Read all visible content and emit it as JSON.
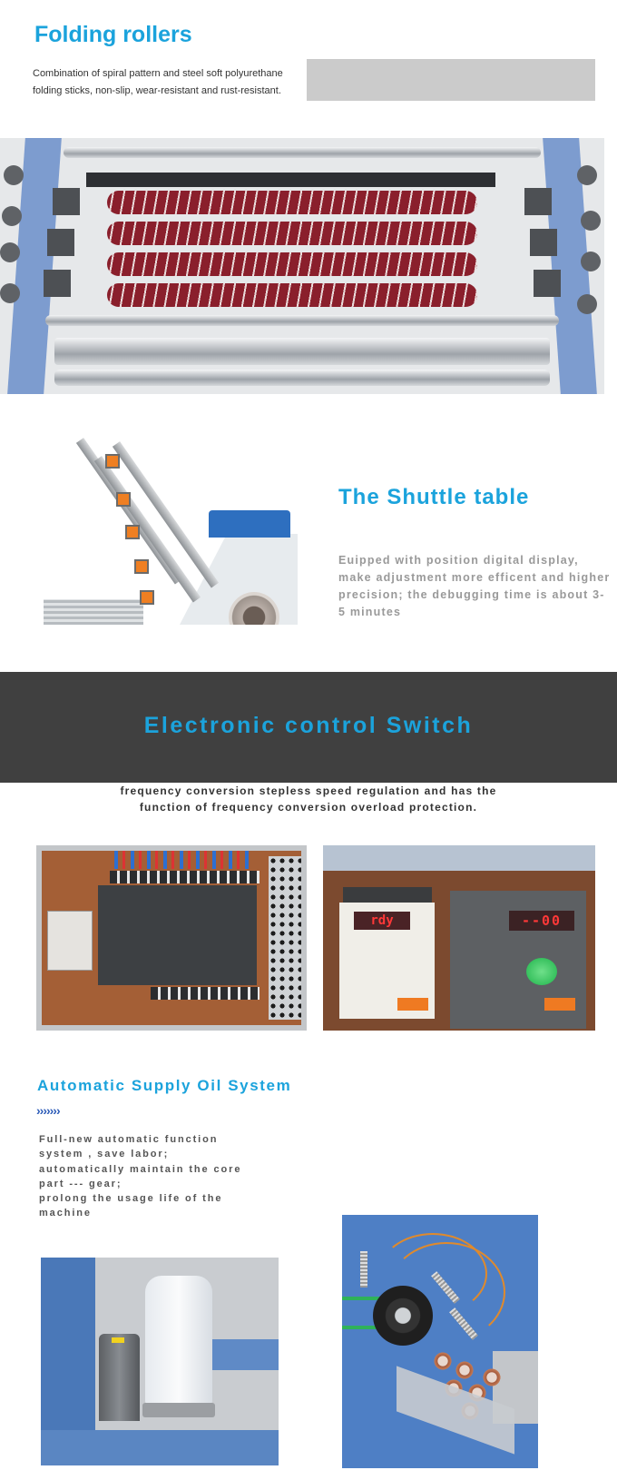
{
  "folding_rollers": {
    "title": "Folding rollers",
    "description": "Combination of spiral pattern and steel soft polyurethane folding sticks, non-slip, wear-resistant and rust-resistant.",
    "image_alt": "Folding rollers with red spiral-pattern polyurethane sticks in blue machine frame"
  },
  "shuttle_table": {
    "title": "The Shuttle table",
    "description": "Euipped with position digital display, make adjustment more efficent and higher precision; the debugging time is about 3-5 minutes",
    "image_alt": "Shuttle table with orange digital position displays"
  },
  "electronic_control": {
    "title": "Electronic control Switch",
    "description_line1": "frequency conversion stepless speed regulation and has the",
    "description_line2": "function of frequency conversion overload protection.",
    "image_left_alt": "Electrical control cabinet with PLC module",
    "image_right_alt": "Frequency inverters",
    "display_left": "rdy",
    "display_right": "--00"
  },
  "oil_system": {
    "title": "Automatic Supply Oil System",
    "arrows": "›››››››",
    "lines": [
      "Full-new automatic function",
      "system , save labor;",
      "automatically maintain the core",
      "part --- gear;",
      "prolong the usage life of the",
      "machine"
    ],
    "image_left_alt": "Automatic oil supply pump with reservoir",
    "image_right_alt": "Gear mechanism with oil lines"
  },
  "colors": {
    "accent_blue": "#1ba3dc",
    "banner_dark": "#404040",
    "arrow_blue": "#2d5cb8",
    "placeholder_gray": "#cbcbcb"
  }
}
